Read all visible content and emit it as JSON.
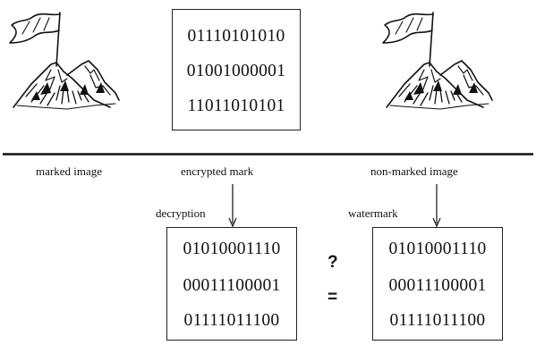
{
  "top_box": {
    "rows": [
      "01110101010",
      "01001000001",
      "11011010101"
    ]
  },
  "labels": {
    "marked_image": "marked image",
    "encrypted_mark": "encrypted mark",
    "non_marked_image": "non-marked image",
    "decryption": "decryption",
    "watermark": "watermark"
  },
  "left_result_box": {
    "rows": [
      "01010001110",
      "00011100001",
      "01111011100"
    ]
  },
  "right_result_box": {
    "rows": [
      "01010001110",
      "00011100001",
      "01111011100"
    ]
  },
  "comparison": {
    "question": "?",
    "equals": "="
  },
  "icons": {
    "left_image": "mountain-flag-icon",
    "right_image": "mountain-flag-icon"
  }
}
